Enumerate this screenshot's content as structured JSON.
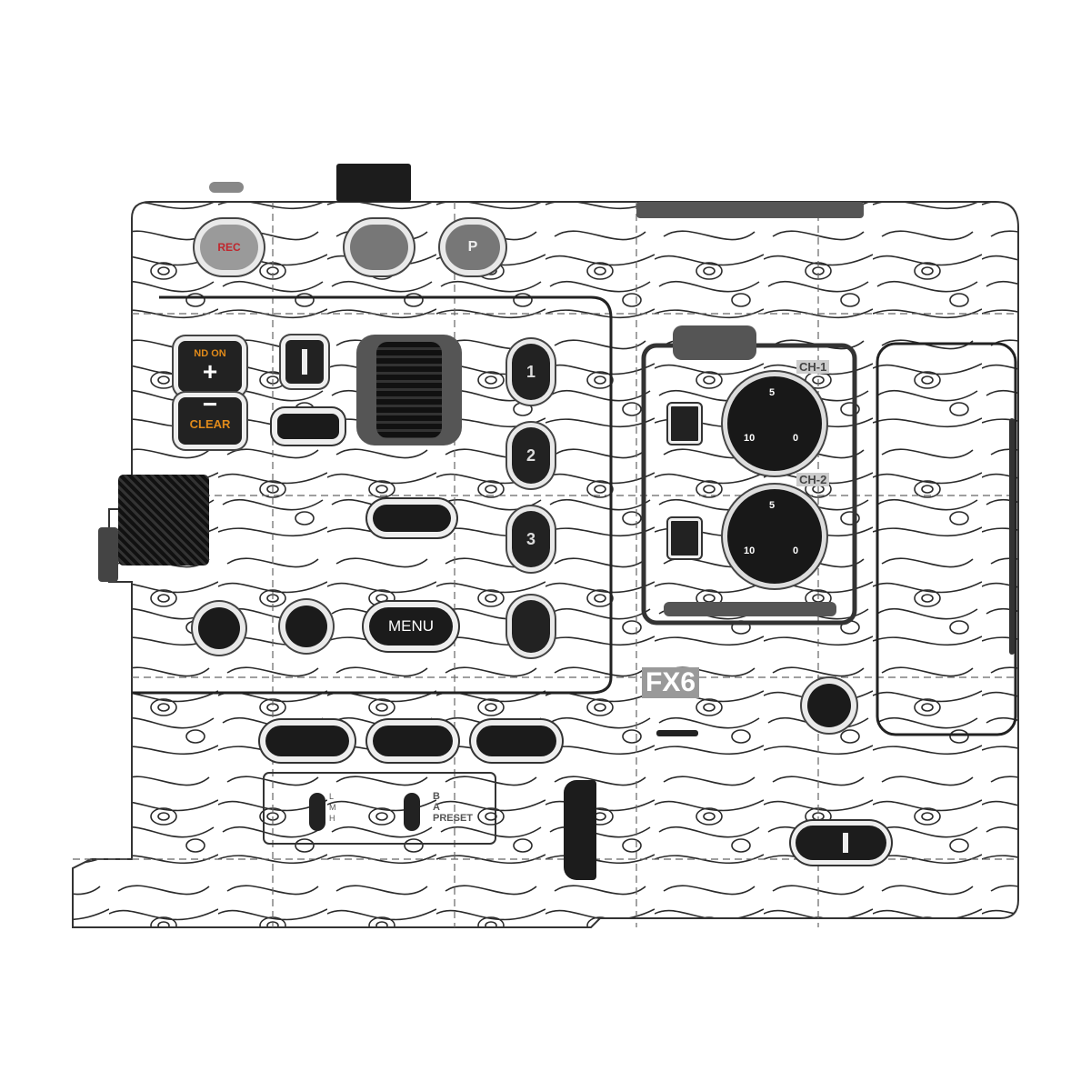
{
  "camera": {
    "model_badge": "FX6",
    "rec_button_label": "REC",
    "p_button_label": "P",
    "nd_on_label": "ND ON",
    "plus_label": "+",
    "minus_label": "−",
    "clear_label": "CLEAR",
    "menu_label": "MENU",
    "assign_buttons": [
      "1",
      "2",
      "3"
    ],
    "ch1_label": "CH-1",
    "ch2_label": "CH-2",
    "dial_marks": [
      "5",
      "0",
      "10"
    ],
    "gain_switch_labels": [
      "L",
      "M",
      "H"
    ],
    "wb_switch_labels": [
      "B",
      "A",
      "PRESET"
    ]
  },
  "colors": {
    "skin_background": "#ffffff",
    "contour_lines": "#2a2a2a",
    "button_dark": "#1b1b1b",
    "rec_text": "#c0262d",
    "nd_text": "#e08a1a"
  }
}
